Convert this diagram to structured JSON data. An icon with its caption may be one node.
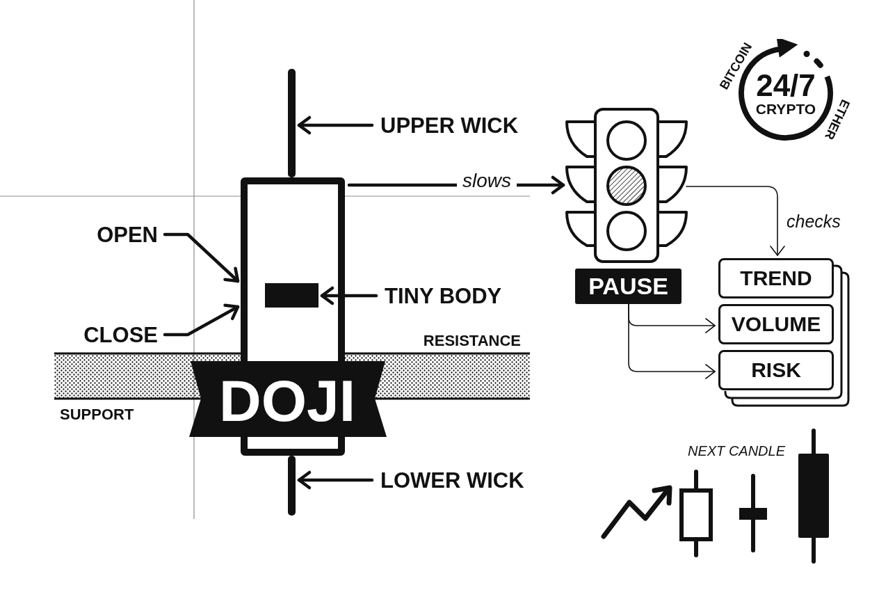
{
  "diagram": {
    "nodes": [
      {
        "text": [],
        "shape": "bar"
      },
      {
        "text": [
          "UPPER WICK"
        ]
      },
      {
        "text": [],
        "shape": "box"
      },
      {
        "text": [],
        "shape": "bar",
        "in": 2
      },
      {
        "text": [
          "OPEN"
        ]
      },
      {
        "text": [
          "TINY BODY"
        ]
      },
      {
        "text": [
          "CLOSE"
        ]
      },
      {
        "text": [
          "DOJI"
        ]
      },
      {
        "text": [],
        "shape": "bar"
      },
      {
        "text": [
          "LOWER WICK"
        ]
      },
      {
        "text": [
          "24/7",
          "CRYPTO"
        ],
        "beside": [
          "BITCOIN",
          "ETHER"
        ]
      },
      {
        "text": [],
        "shape": "picture"
      },
      {
        "text": [
          "PAUSE"
        ]
      },
      {
        "text": [
          "TREND"
        ]
      },
      {
        "text": [
          "VOLUME"
        ]
      },
      {
        "text": [
          "RISK"
        ]
      }
    ],
    "edges": [
      {
        "from": 1,
        "to": 0,
        "arrow": "to"
      },
      {
        "from": 4,
        "to": 2,
        "arrow": "to"
      },
      {
        "from": 5,
        "to": 3,
        "arrow": "to"
      },
      {
        "from": 6,
        "to": 2,
        "arrow": "to"
      },
      {
        "from": 9,
        "to": 8,
        "arrow": "to"
      },
      {
        "from": 2,
        "to": 11,
        "arrow": "to",
        "label": "slows"
      },
      {
        "from": 11,
        "to": 13,
        "arrow": "to",
        "label": "checks"
      },
      {
        "from": 12,
        "to": 14,
        "arrow": "to"
      },
      {
        "from": 12,
        "to": 15,
        "arrow": "to"
      }
    ],
    "labels": [
      "RESISTANCE",
      "SUPPORT",
      "NEXT CANDLE"
    ]
  }
}
